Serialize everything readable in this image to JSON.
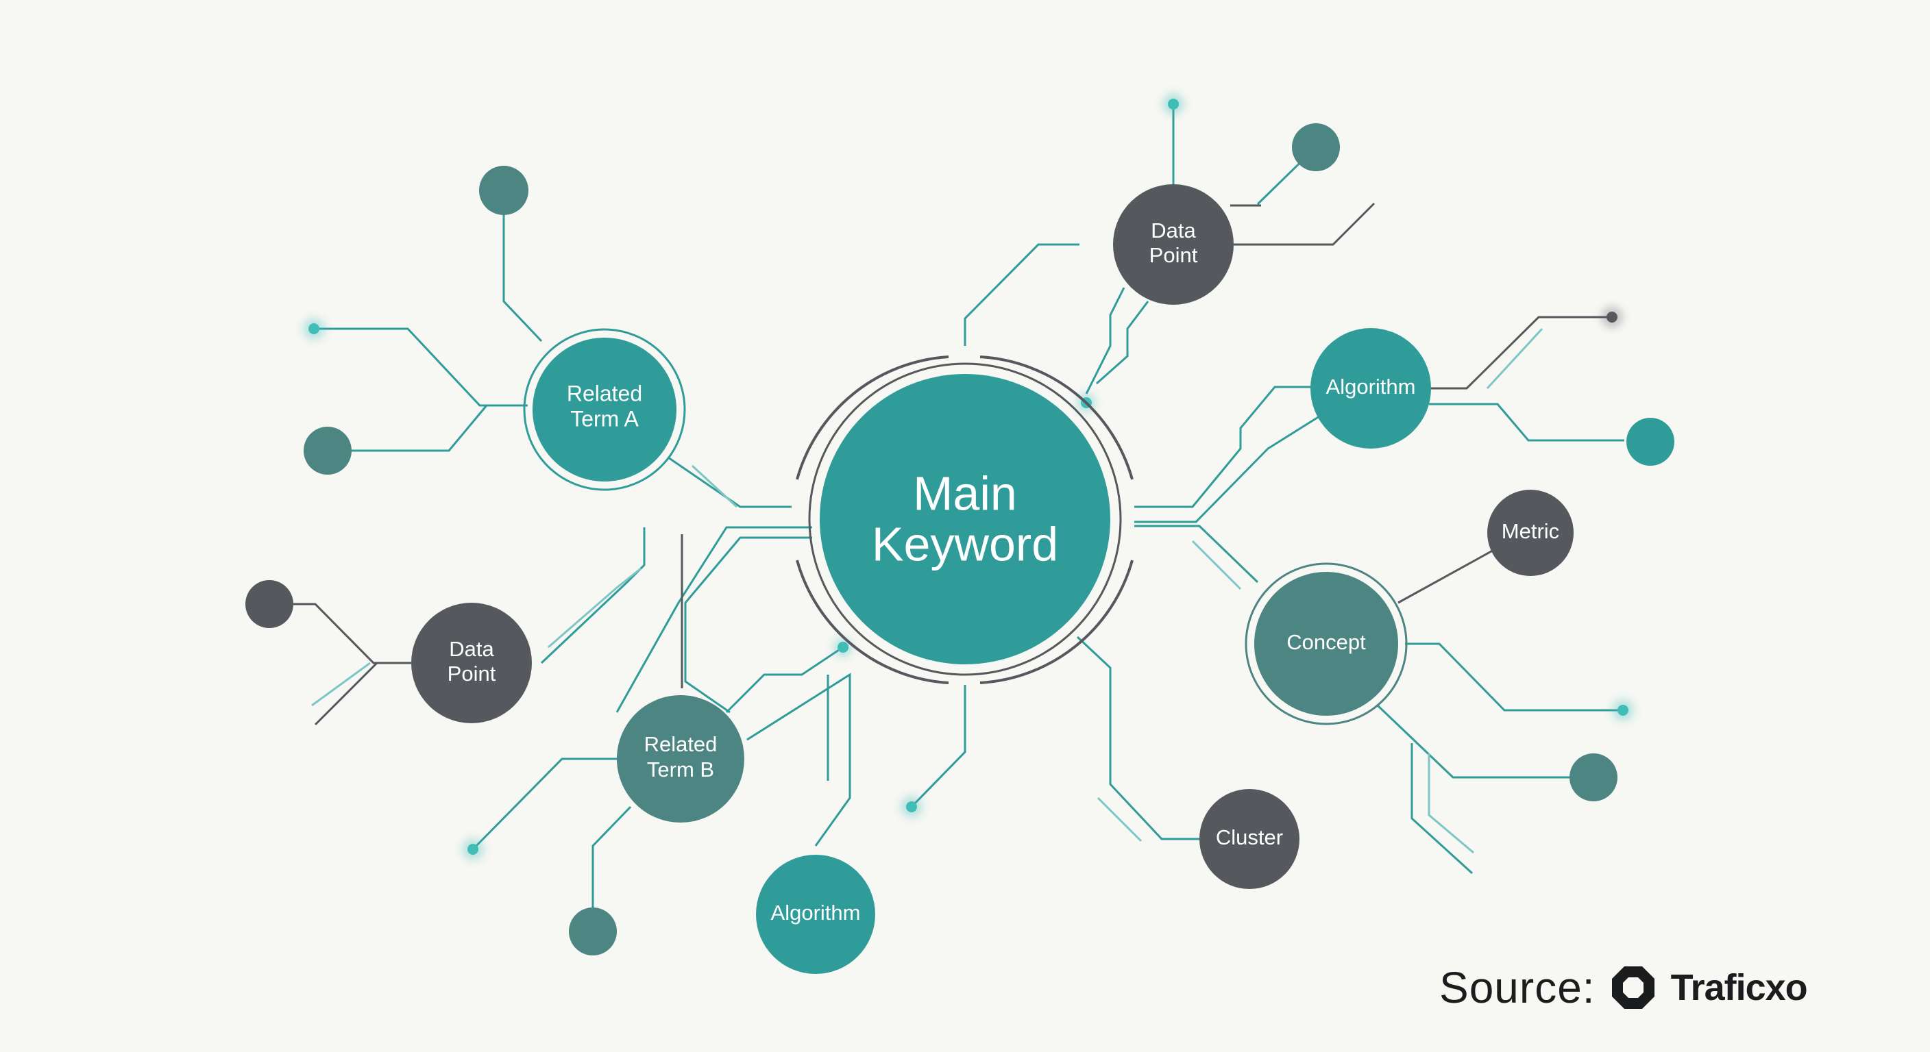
{
  "diagram": {
    "colors": {
      "teal": "#2f9c9a",
      "dark": "#55585d",
      "mid_teal": "#4d8582",
      "background": "#f7f7f4"
    },
    "center": {
      "line1": "Main",
      "line2": "Keyword"
    },
    "nodes": {
      "related_term_a": {
        "line1": "Related",
        "line2": "Term A"
      },
      "related_term_b": {
        "line1": "Related",
        "line2": "Term B"
      },
      "data_point_top": {
        "line1": "Data",
        "line2": "Point"
      },
      "data_point_left": {
        "line1": "Data",
        "line2": "Point"
      },
      "algorithm_right": "Algorithm",
      "algorithm_bottom": "Algorithm",
      "concept": "Concept",
      "metric": "Metric",
      "cluster": "Cluster"
    }
  },
  "footer": {
    "source_label": "Source:",
    "brand_name": "Traficxo",
    "brand_icon": "octagon-ring-icon"
  }
}
